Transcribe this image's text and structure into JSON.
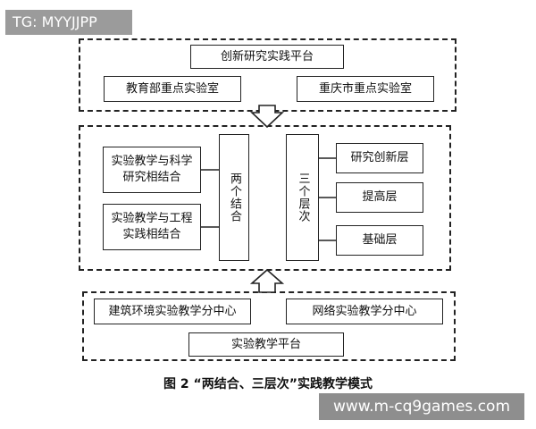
{
  "tag": "TG: MYYJJPP",
  "watermark": "www.m-cq9games.com",
  "top_section": {
    "platform": "创新研究实践平台",
    "lab_left": "教育部重点实验室",
    "lab_right": "重庆市重点实验室"
  },
  "middle_section": {
    "left_items": [
      "实验教学与科学研究相结合",
      "实验教学与工程实践相结合"
    ],
    "two_combination": "两个结合",
    "three_levels": "三个层次",
    "right_items": [
      "研究创新层",
      "提高层",
      "基础层"
    ]
  },
  "bottom_section": {
    "center_left": "建筑环境实验教学分中心",
    "center_right": "网络实验教学分中心",
    "platform": "实验教学平台"
  },
  "caption": "图 2 “两结合、三层次”实践教学模式"
}
